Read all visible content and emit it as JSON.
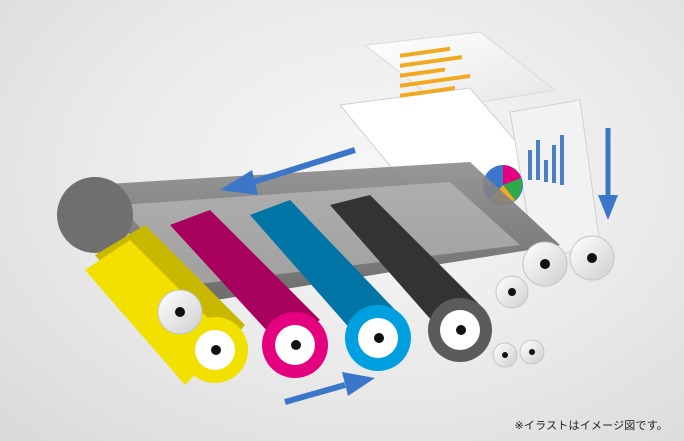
{
  "caption": "※イラストはイメージ図です。",
  "rollers": [
    {
      "id": "yellow",
      "color": "#f2e000",
      "dark": "#c9b800"
    },
    {
      "id": "magenta",
      "color": "#e4007f",
      "dark": "#a8005d"
    },
    {
      "id": "cyan",
      "color": "#00a0e0",
      "dark": "#0075a6"
    },
    {
      "id": "black",
      "color": "#5b5b5b",
      "dark": "#333333"
    }
  ],
  "accent": "#3c76c9"
}
